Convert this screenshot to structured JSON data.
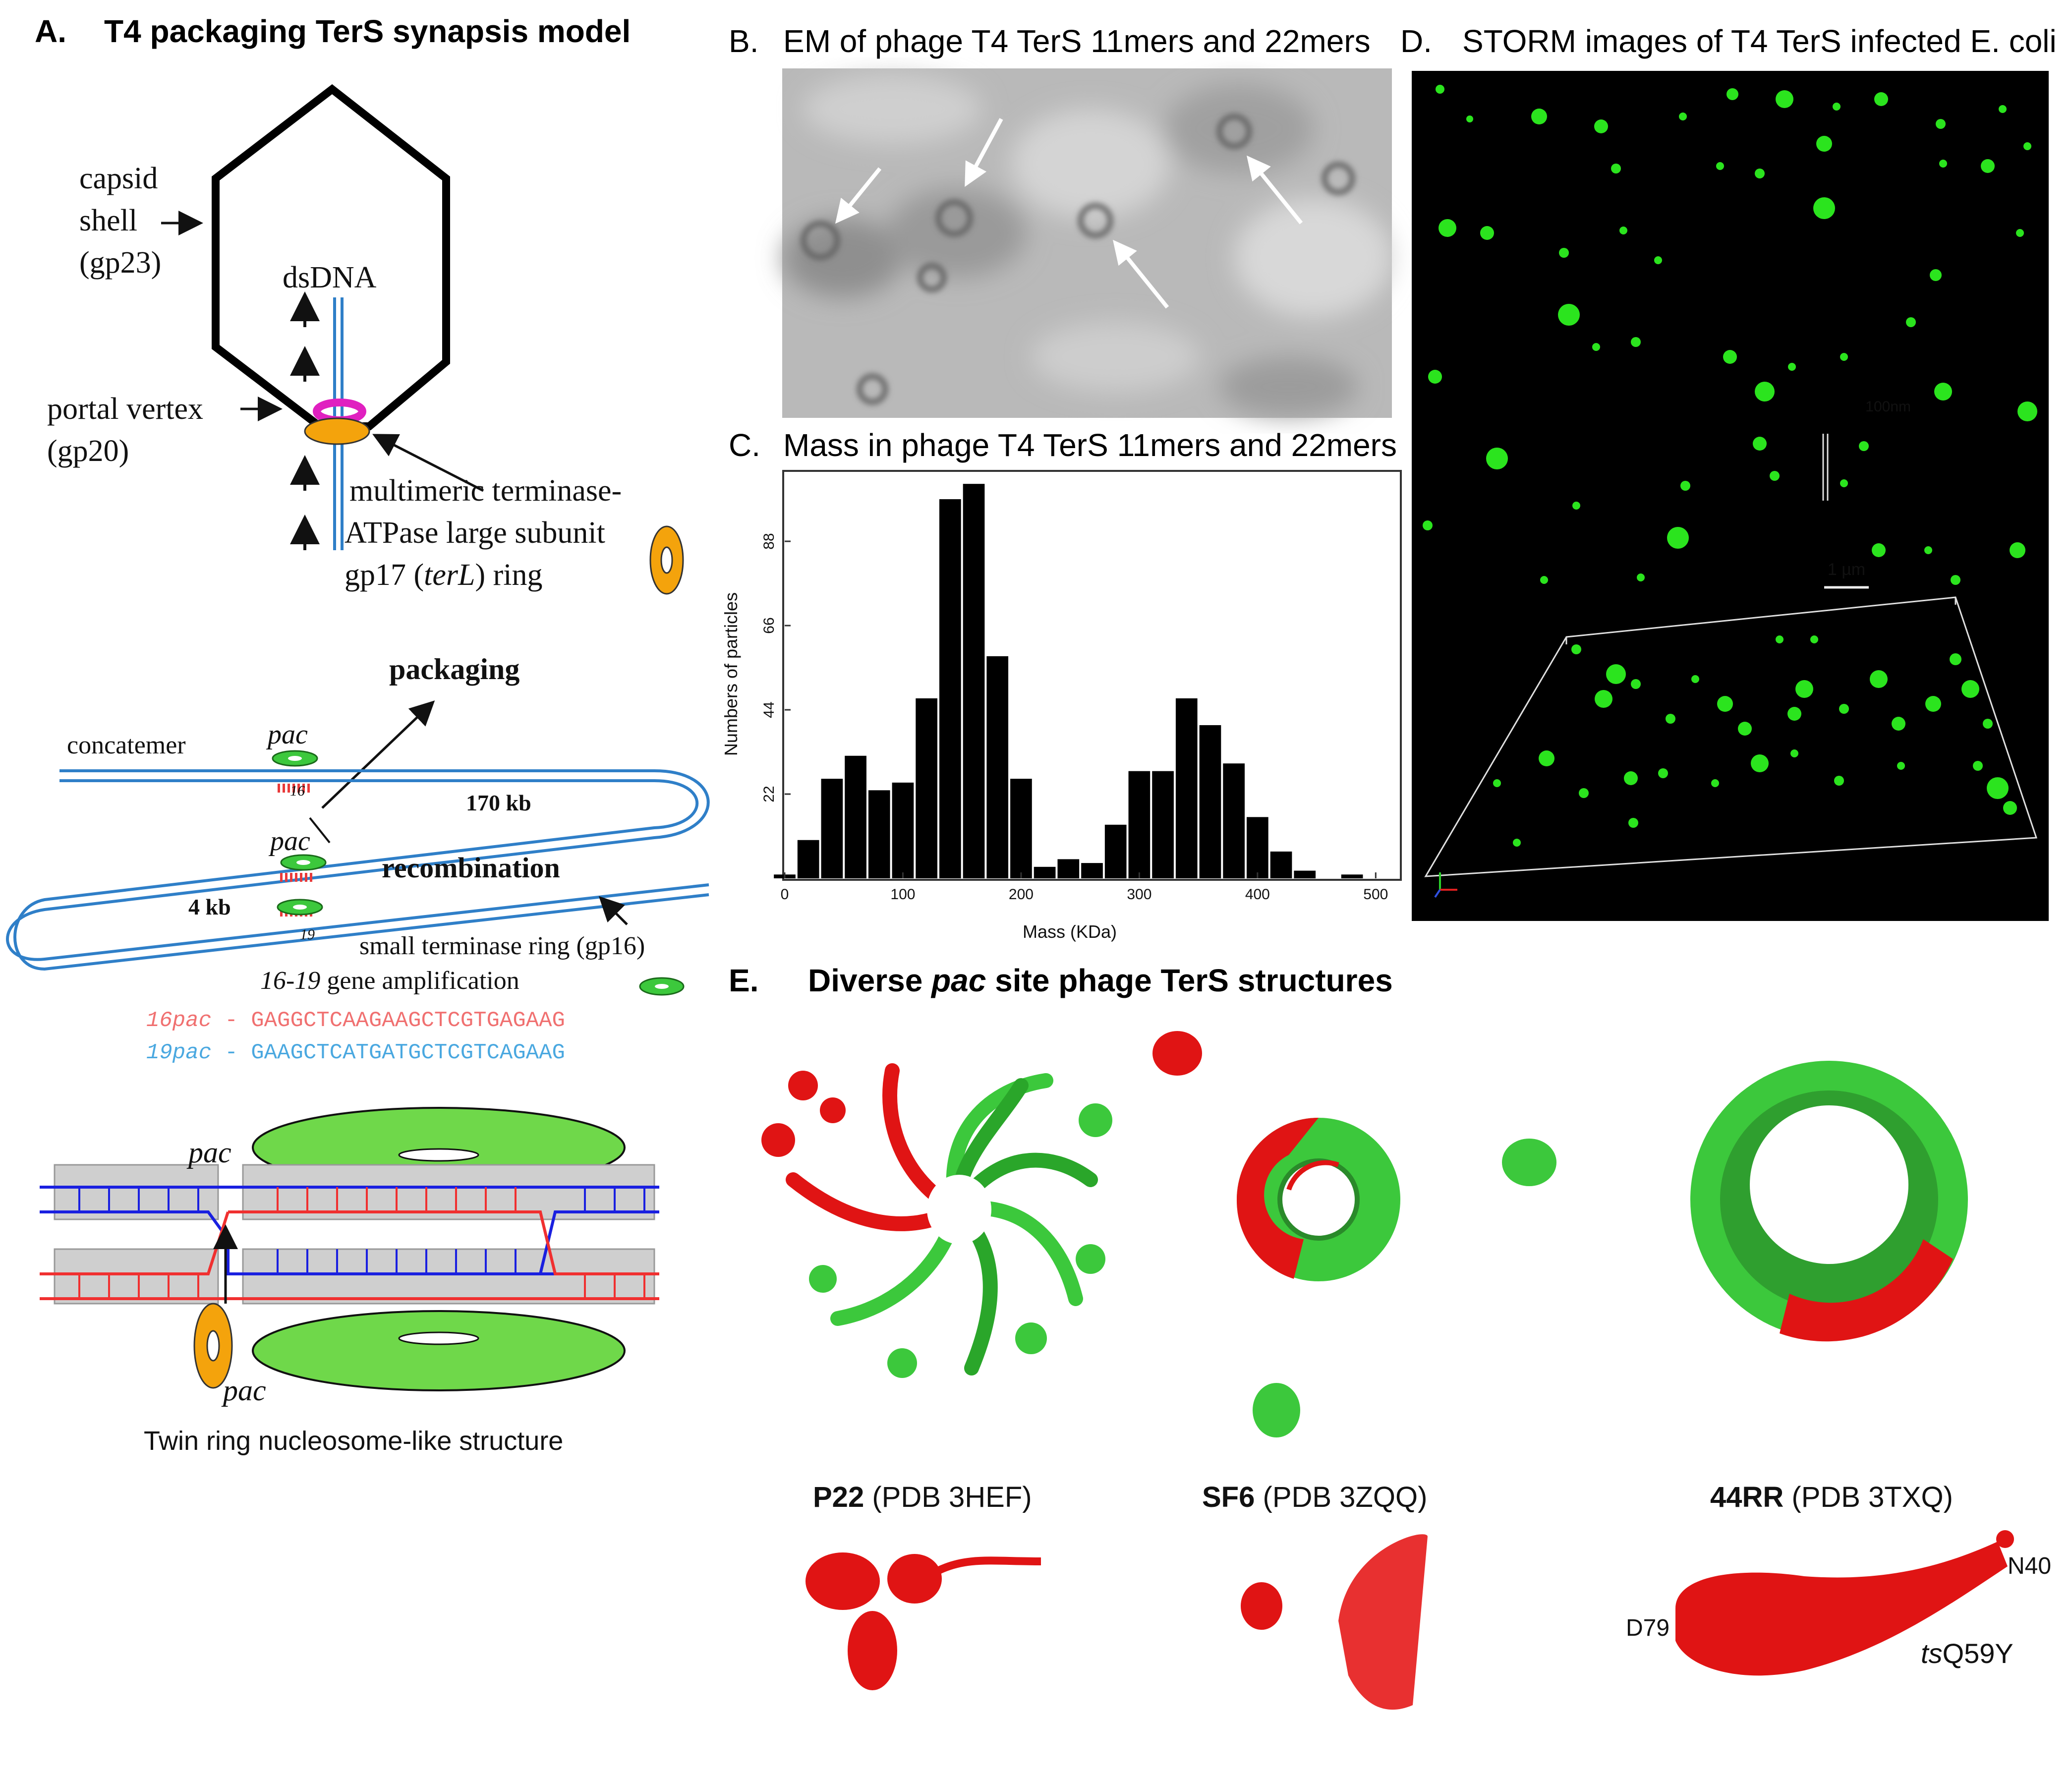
{
  "panels": {
    "a": {
      "letter": "A.",
      "title": "T4 packaging  TerS synapsis model",
      "capsid_label": [
        "capsid",
        "shell",
        "(gp23)"
      ],
      "dsdna": "dsDNA",
      "portal_label": [
        "portal vertex",
        "(gp20)"
      ],
      "terminase_label": [
        "multimeric terminase-",
        "ATPase large subunit",
        "gp17 (",
        "terL",
        ") ring"
      ],
      "packaging": "packaging",
      "concatemer": "concatemer",
      "pac": "pac",
      "num_16": "16",
      "num_19": "19",
      "len_170": "170 kb",
      "len_4": "4 kb",
      "recombination": "recombination",
      "small_terminase": "small terminase ring (gp16)",
      "gene_amp_italic": "16-19",
      "gene_amp_rest": " gene amplification",
      "seq16_name": "16pac",
      "seq16": "GAGGCTCAAGAAGCTCGTGAGAAG",
      "seq19_name": "19pac",
      "seq19": "GAAGCTCATGATGCTCGTCAGAAG",
      "twin_ring": "Twin ring nucleosome-like structure"
    },
    "b": {
      "letter": "B.",
      "title": "EM of phage T4 TerS 11mers and 22mers"
    },
    "c": {
      "letter": "C.",
      "title": "Mass in phage T4 TerS 11mers and 22mers"
    },
    "d": {
      "letter": "D.",
      "title": "STORM images of T4 TerS infected E. coli",
      "scale_100nm": "100nm",
      "scale_1um": "1 µm"
    },
    "e": {
      "letter": "E.",
      "title_pre": "Diverse ",
      "title_italic": "pac",
      "title_post": " site phage TerS structures",
      "structures": [
        {
          "name": "P22",
          "pdb": "(PDB 3HEF)"
        },
        {
          "name": "SF6",
          "pdb": "(PDB 3ZQQ)"
        },
        {
          "name": "44RR",
          "pdb": "(PDB 3TXQ)"
        }
      ],
      "label_d79": "D79",
      "label_n40": "N40",
      "label_ts_italic": "ts",
      "label_ts_rest": "Q59Y"
    }
  },
  "colors": {
    "dna_blue": "#2f7fc8",
    "red_seq": "#f07070",
    "blue_seq": "#4aa8e0",
    "storm_green": "#2be41e",
    "ters_green": "#3cc83c",
    "ters_red": "#e01414",
    "orange": "#f4a30c",
    "magenta": "#e020c0"
  },
  "chart_data": {
    "type": "bar",
    "xlabel": "Mass (KDa)",
    "ylabel": "Numbers of particles",
    "xlim": [
      0,
      520
    ],
    "ylim": [
      0,
      106
    ],
    "xticks": [
      0,
      100,
      200,
      300,
      400,
      500
    ],
    "yticks": [
      22,
      44,
      66,
      88
    ],
    "bin_width": 20,
    "x": [
      0,
      20,
      40,
      60,
      80,
      100,
      120,
      140,
      160,
      180,
      200,
      220,
      240,
      260,
      280,
      300,
      320,
      340,
      360,
      380,
      400,
      420,
      440,
      460,
      480,
      500
    ],
    "values": [
      1,
      10,
      26,
      32,
      23,
      25,
      47,
      99,
      103,
      58,
      26,
      3,
      5,
      4,
      14,
      28,
      28,
      47,
      40,
      30,
      16,
      7,
      2,
      0,
      1,
      0
    ]
  }
}
